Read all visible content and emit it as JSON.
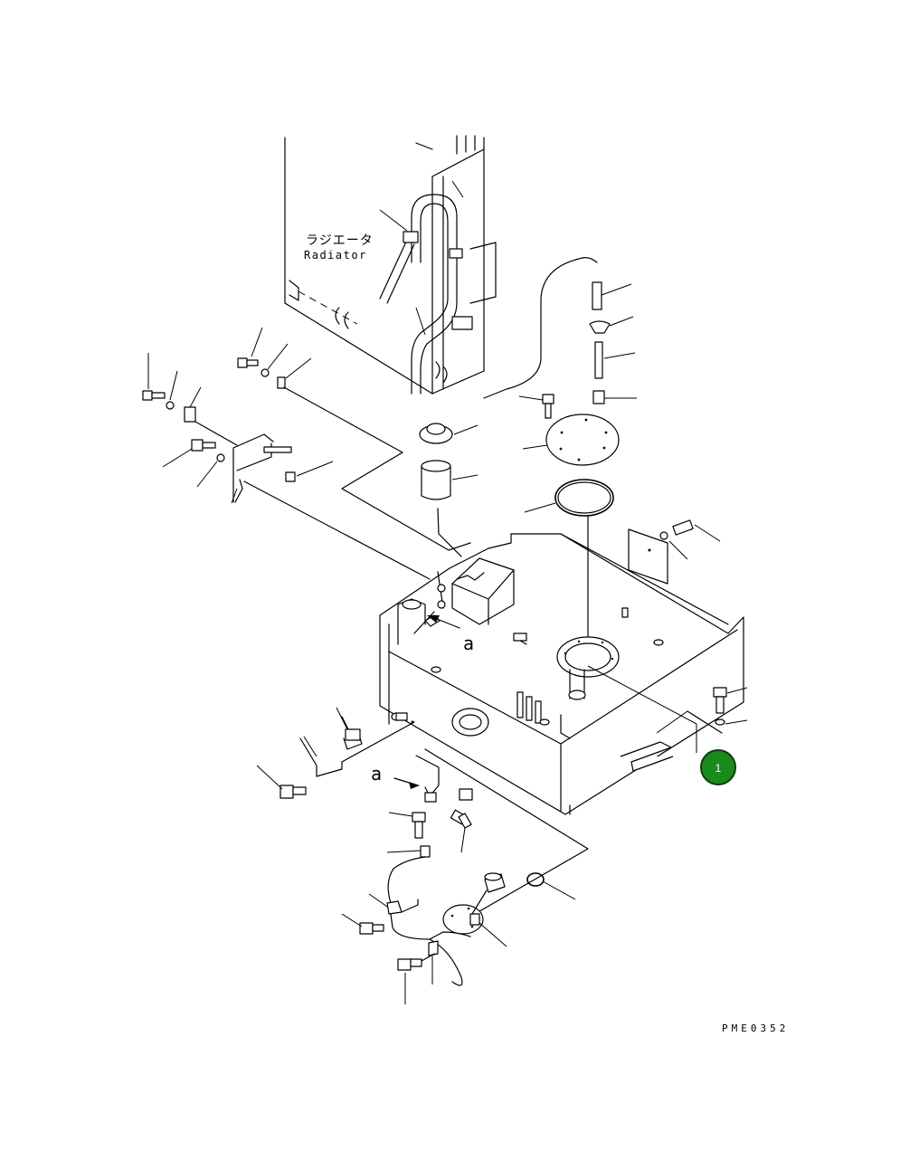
{
  "diagram": {
    "label_radiator_jp": "ラジエータ",
    "label_radiator_en": "Radiator",
    "view_marker_upper": "a",
    "view_marker_lower": "a",
    "callout_number": "1",
    "callout_color": "#1a8a1a",
    "drawing_code": "PME0352"
  }
}
